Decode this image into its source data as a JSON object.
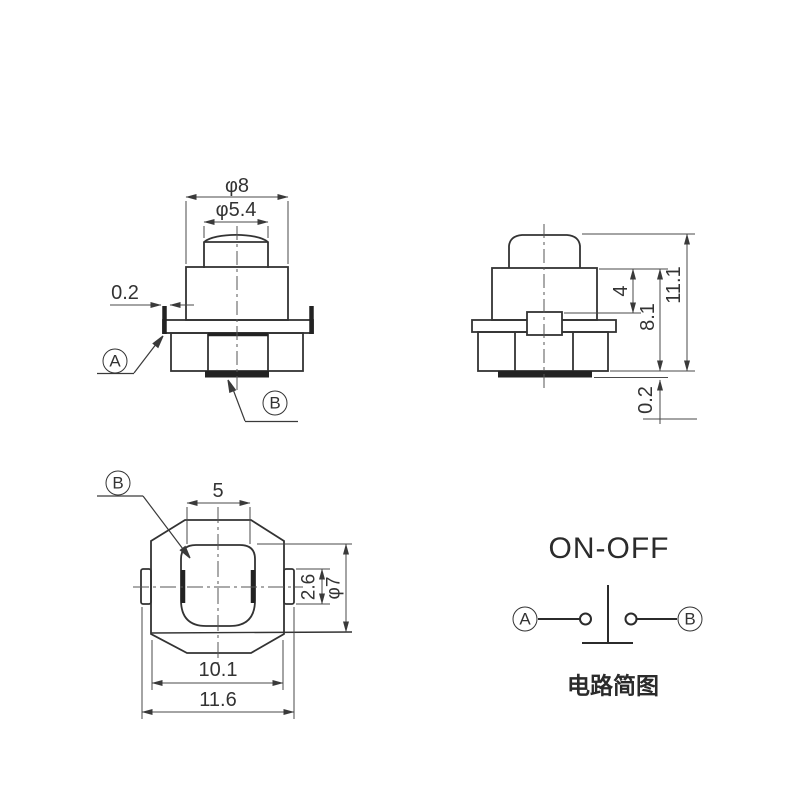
{
  "drawing": {
    "front_view": {
      "dim_cap_outer": "φ8",
      "dim_cap_inner": "φ5.4",
      "dim_flange_tab": "0.2",
      "label_a": "A",
      "label_b": "B"
    },
    "side_view": {
      "dim_body_height": "4",
      "dim_mid_height": "8.1",
      "dim_total_height": "11.1",
      "dim_pad_thickness": "0.2"
    },
    "top_view": {
      "dim_stem_width": "5",
      "dim_tab_height": "2.6",
      "dim_boss_dia": "φ7",
      "dim_body_width": "10.1",
      "dim_overall_width": "11.6",
      "label_b": "B"
    },
    "circuit": {
      "title": "ON-OFF",
      "terminal_a": "A",
      "terminal_b": "B",
      "caption": "电路简图"
    },
    "colors": {
      "outline": "#333333",
      "dimension": "#3a3a3a",
      "dark_fill": "#222222",
      "background": "#ffffff"
    }
  }
}
